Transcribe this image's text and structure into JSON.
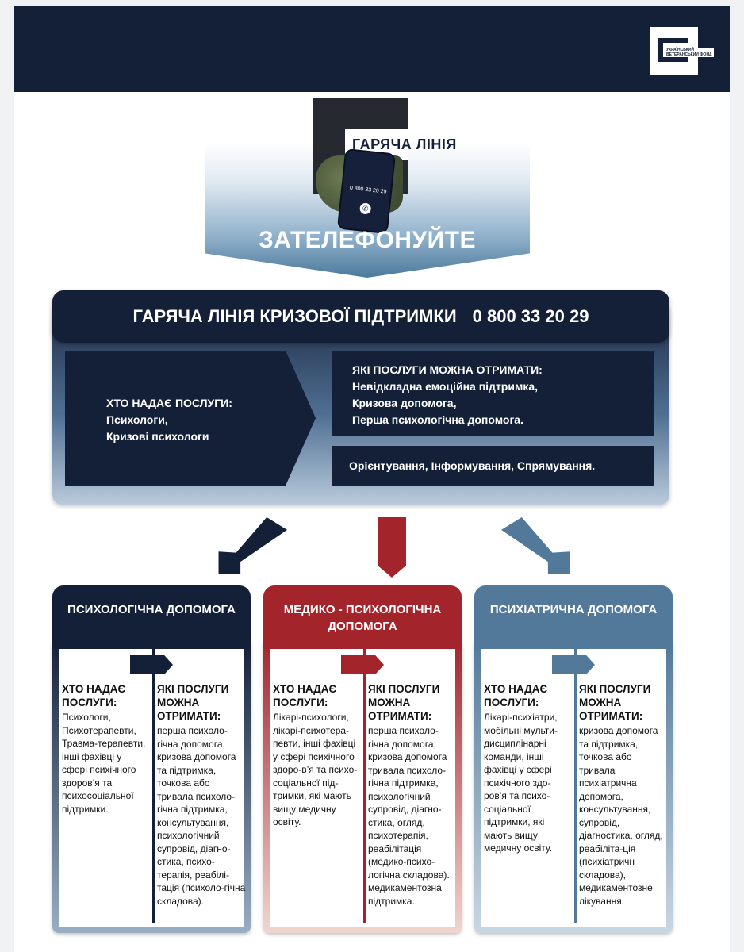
{
  "brand": {
    "logo_text": "УКРАЇНСЬКИЙ ВЕТЕРАНСЬКИЙ ФОНД"
  },
  "hero": {
    "title": "ГАРЯЧА ЛІНІЯ",
    "phone_display": "0 800 33 20 29",
    "call_to_action": "ЗАТЕЛЕФОНУЙТЕ"
  },
  "hotline": {
    "label": "ГАРЯЧА ЛІНІЯ КРИЗОВОЇ ПІДТРИМКИ",
    "number": "0 800 33 20 29"
  },
  "who": {
    "heading": "ХТО НАДАЄ ПОСЛУГИ:",
    "lines": [
      "Психологи,",
      "Кризові психологи"
    ]
  },
  "what": {
    "heading": "ЯКІ ПОСЛУГИ МОЖНА ОТРИМАТИ:",
    "lines": [
      "Невідкладна емоційна підтримка,",
      "Кризова допомога,",
      "Перша психологічна допомога."
    ]
  },
  "orientation": "Орієнтування, Інформування, Спрямування.",
  "columns": [
    {
      "title": "ПСИХОЛОГІЧНА ДОПОМОГА",
      "who_heading": "ХТО НАДАЄ ПОСЛУГИ:",
      "who_text": "Психологи, Психотерапевти, Травма-терапевти, інші фахівці у сфері психічного здоров’я та психосоціальної підтримки.",
      "what_heading": "ЯКІ ПОСЛУГИ МОЖНА ОТРИМАТИ:",
      "what_text": "перша психоло-гічна допомога, кризова допомога та підтримка, точкова або тривала психоло-гічна підтримка, консультування, психологічний супровід, діагно-стика, психо-терапія, реабілі-тація (психоло-гічна складова)."
    },
    {
      "title": "МЕДИКО - ПСИХОЛОГІЧНА ДОПОМОГА",
      "who_heading": "ХТО НАДАЄ ПОСЛУГИ:",
      "who_text": "Лікарі-психологи, лікарі-психотера-певти, інші фахівці у сфері психічного здоро-в’я та психо-соціальної під-тримки, які мають вищу медичну освіту.",
      "what_heading": "ЯКІ ПОСЛУГИ МОЖНА ОТРИМАТИ:",
      "what_text": "перша психоло-гічна допомога, кризова допомога тривала психоло-гічна підтримка, психологічний супровід, діагно-стика, огляд, психотерапія, реабілітація (медико-психо-логічна складова). медикаментозна підтримка."
    },
    {
      "title": "ПСИХІАТРИЧНА ДОПОМОГА",
      "who_heading": "ХТО НАДАЄ ПОСЛУГИ:",
      "who_text": "Лікарі-психіатри, мобільні мульти-дисциплінарні команди, інші фахівці у сфері психічного здо-ров’я та психо-соціальної підтримки, які мають вищу медичну освіту.",
      "what_heading": "ЯКІ ПОСЛУГИ МОЖНА ОТРИМАТИ:",
      "what_text": "кризова допомога та підтримка, точкова або тривала психіатрична допомога, консультування, супровід, діагностика, огляд, реабіліта-ція (психіатричн складова), медикаментозне лікування."
    }
  ],
  "colors": {
    "navy": "#142038",
    "red": "#a4242b",
    "steel": "#52799a"
  }
}
